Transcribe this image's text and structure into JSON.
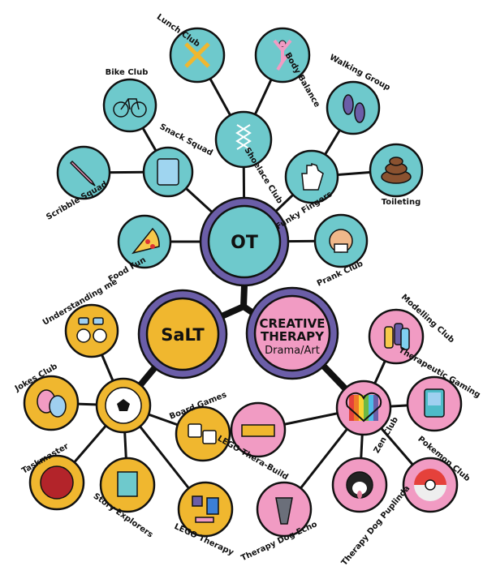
{
  "colors": {
    "ot": "#6ec9cc",
    "salt": "#f0b72f",
    "creative": "#f19bc3",
    "ring": "#6b5ea8",
    "line": "#111111"
  },
  "main": {
    "ot": {
      "title": "OT"
    },
    "salt": {
      "title": "SaLT"
    },
    "creative": {
      "title": "CREATIVE",
      "title2": "THERAPY",
      "subtitle": "Drama/Art"
    }
  },
  "nodes": [
    {
      "id": "shoelace",
      "label": "Shoelace Club",
      "group": "ot",
      "icon": "shoelace-icon"
    },
    {
      "id": "snack",
      "label": "Snack Squad",
      "group": "ot",
      "icon": "snack-bag-icon"
    },
    {
      "id": "funky",
      "label": "Funky Fingers",
      "group": "ot",
      "icon": "hand-icon"
    },
    {
      "id": "lunch",
      "label": "Lunch Club",
      "group": "ot",
      "icon": "knife-fork-icon"
    },
    {
      "id": "body",
      "label": "Body Balance",
      "group": "ot",
      "icon": "yoga-pose-icon"
    },
    {
      "id": "bike",
      "label": "Bike Club",
      "group": "ot",
      "icon": "bicycle-icon"
    },
    {
      "id": "scribble",
      "label": "Scribble Squad",
      "group": "ot",
      "icon": "pencil-icon"
    },
    {
      "id": "walking",
      "label": "Walking Group",
      "group": "ot",
      "icon": "footprints-icon"
    },
    {
      "id": "toileting",
      "label": "Toileting",
      "group": "ot",
      "icon": "poo-icon"
    },
    {
      "id": "foodfun",
      "label": "Food Fun",
      "group": "ot",
      "icon": "pizza-icon"
    },
    {
      "id": "prank",
      "label": "Prank Club",
      "group": "ot",
      "icon": "sneeze-face-icon"
    },
    {
      "id": "football",
      "label": "Football",
      "group": "salt",
      "icon": "football-icon"
    },
    {
      "id": "understanding",
      "label": "Understanding me",
      "group": "salt",
      "icon": "talking-heads-icon"
    },
    {
      "id": "jokes",
      "label": "Jokes Club",
      "group": "salt",
      "icon": "theatre-masks-icon"
    },
    {
      "id": "taskmaster",
      "label": "Taskmaster",
      "group": "salt",
      "icon": "wax-seal-icon"
    },
    {
      "id": "story",
      "label": "Story Explorers",
      "group": "salt",
      "icon": "book-icon"
    },
    {
      "id": "legotherapy",
      "label": "LEGO Therapy",
      "group": "salt",
      "icon": "lego-pieces-icon"
    },
    {
      "id": "board",
      "label": "Board Games",
      "group": "salt",
      "icon": "dice-icon"
    },
    {
      "id": "zen",
      "label": "Zen Club",
      "group": "creative",
      "icon": "rainbow-heart-icon"
    },
    {
      "id": "modelling",
      "label": "Modelling Club",
      "group": "creative",
      "icon": "clay-icon"
    },
    {
      "id": "gaming",
      "label": "Therapeutic Gaming",
      "group": "creative",
      "icon": "handheld-console-icon"
    },
    {
      "id": "pokemon",
      "label": "Pokemon Club",
      "group": "creative",
      "icon": "pokeball-icon"
    },
    {
      "id": "puplinda",
      "label": "Therapy Dog Puplinda",
      "group": "creative",
      "icon": "dog-puplinda-icon"
    },
    {
      "id": "echo",
      "label": "Therapy Dog Echo",
      "group": "creative",
      "icon": "dog-echo-icon"
    },
    {
      "id": "legobuild",
      "label": "LEGO Thera-Build",
      "group": "creative",
      "icon": "lego-brick-icon"
    }
  ]
}
